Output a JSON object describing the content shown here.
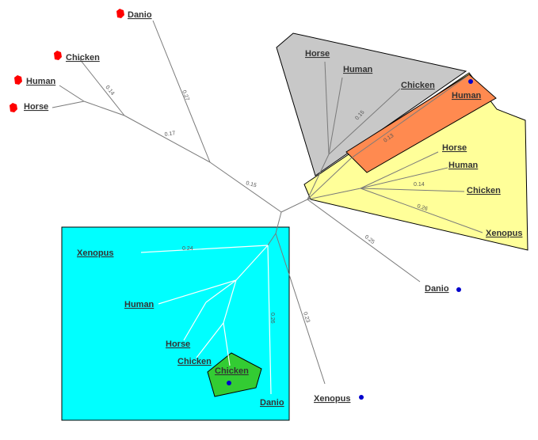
{
  "colors": {
    "grey_region": "#c8c8c8",
    "orange_region": "#ff8a50",
    "yellow_region": "#ffff99",
    "cyan_region": "#00ffff",
    "green_region": "#33cc33",
    "red_marker": "#ff0000",
    "blue_marker": "#0000cc",
    "branch": "#7a7a7a",
    "label": "#333333"
  },
  "icons": {
    "red_marker": "red-hexagon-marker-icon",
    "blue_marker": "blue-dot-marker-icon"
  },
  "taxa": {
    "tl_danio": "Danio",
    "tl_chicken": "Chicken",
    "tl_human": "Human",
    "tl_horse": "Horse",
    "grey_horse": "Horse",
    "grey_human": "Human",
    "grey_chicken": "Chicken",
    "orange_human": "Human",
    "yellow_horse": "Horse",
    "yellow_human": "Human",
    "yellow_chicken": "Chicken",
    "yellow_xenopus": "Xenopus",
    "right_danio": "Danio",
    "bottom_xenopus": "Xenopus",
    "cyan_xenopus": "Xenopus",
    "cyan_human": "Human",
    "cyan_horse": "Horse",
    "cyan_chicken": "Chicken",
    "green_chicken": "Chicken",
    "cyan_danio": "Danio"
  },
  "branch_lengths": {
    "danio_top": "0.27",
    "chicken_top": "0.14",
    "tl_main": "0.17",
    "main_center": "0.15",
    "grey_mid": "0.15",
    "orange_mid": "0.13",
    "yellow_chicken": "0.14",
    "yellow_xenopus": "0.26",
    "right_danio": "0.25",
    "cyan_xenopus": "0.24",
    "cyan_danio": "0.26",
    "bottom_xenopus": "0.23"
  }
}
